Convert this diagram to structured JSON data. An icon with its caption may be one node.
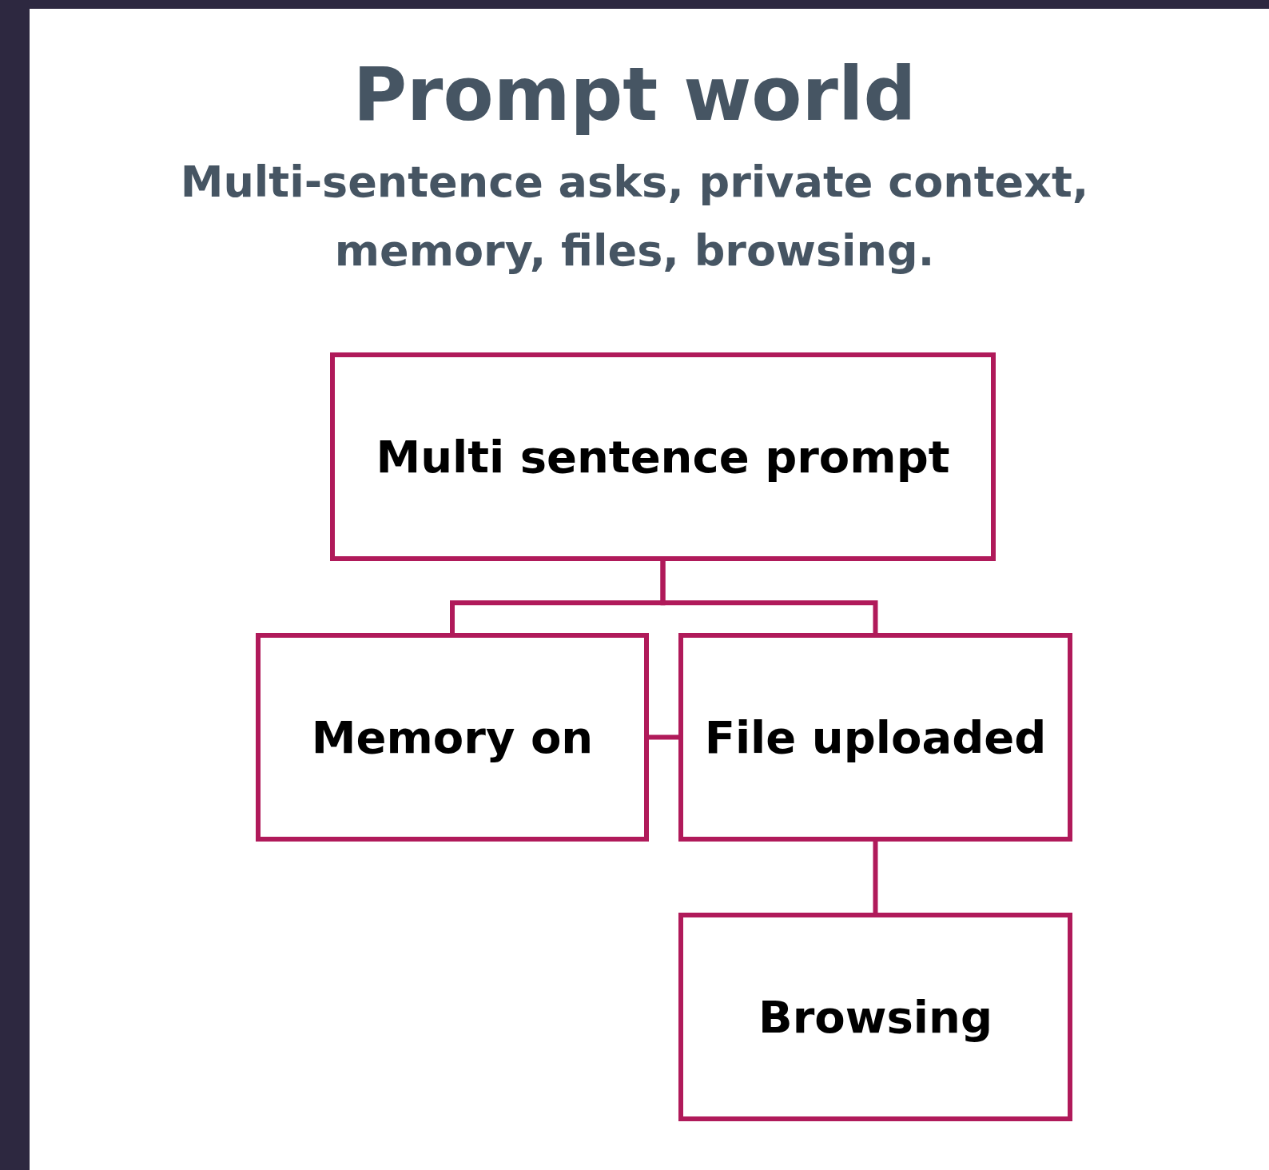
{
  "diagram": {
    "title": "Prompt world",
    "caption": "Multi-sentence asks, private context, memory, files, browsing.",
    "nodes": [
      {
        "text": [
          "Multi sentence prompt"
        ]
      },
      {
        "text": [
          "Memory on"
        ]
      },
      {
        "text": [
          "File uploaded"
        ]
      },
      {
        "text": [
          "Browsing"
        ]
      }
    ],
    "edges": [
      {
        "from": 0,
        "to": 1,
        "arrow": "none"
      },
      {
        "from": 0,
        "to": 2,
        "arrow": "none"
      },
      {
        "from": 1,
        "to": 2,
        "arrow": "none"
      },
      {
        "from": 2,
        "to": 3,
        "arrow": "none"
      }
    ]
  }
}
